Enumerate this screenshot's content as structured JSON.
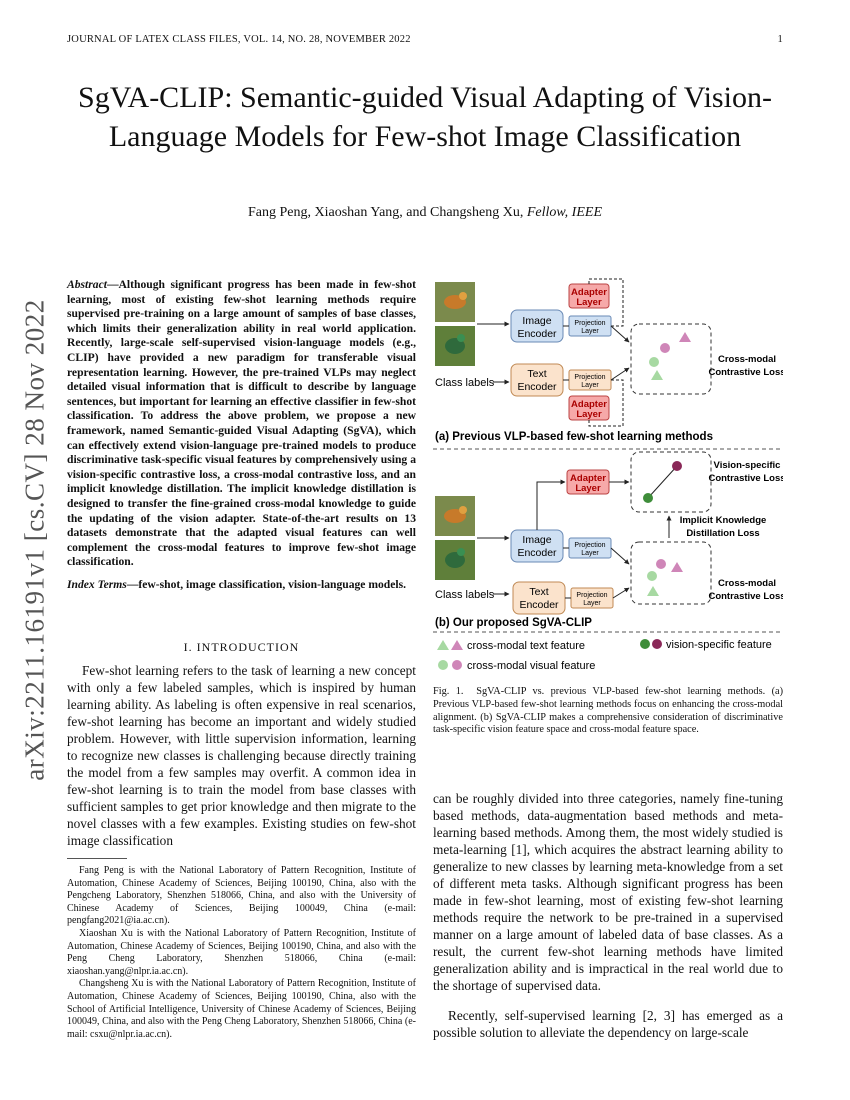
{
  "header": {
    "journal": "JOURNAL OF LATEX CLASS FILES, VOL. 14, NO. 28, NOVEMBER 2022",
    "page": "1"
  },
  "title": "SgVA-CLIP: Semantic-guided Visual Adapting of Vision-Language Models for Few-shot Image Classification",
  "authors": "Fang Peng, Xiaoshan Yang, and Changsheng Xu,",
  "authors_suffix": "Fellow, IEEE",
  "arxiv_stamp": "arXiv:2211.16191v1  [cs.CV]  28 Nov 2022",
  "abstract_label": "Abstract",
  "abstract": "—Although significant progress has been made in few-shot learning, most of existing few-shot learning methods require supervised pre-training on a large amount of samples of base classes, which limits their generalization ability in real world application. Recently, large-scale self-supervised vision-language models (e.g., CLIP) have provided a new paradigm for transferable visual representation learning. However, the pre-trained VLPs may neglect detailed visual information that is difficult to describe by language sentences, but important for learning an effective classifier in few-shot classification. To address the above problem, we propose a new framework, named Semantic-guided Visual Adapting (SgVA), which can effectively extend vision-language pre-trained models to produce discriminative task-specific visual features by comprehensively using a vision-specific contrastive loss, a cross-modal contrastive loss, and an implicit knowledge distillation. The implicit knowledge distillation is designed to transfer the fine-grained cross-modal knowledge to guide the updating of the vision adapter. State-of-the-art results on 13 datasets demonstrate that the adapted visual features can well complement the cross-modal features to improve few-shot image classification.",
  "index_label": "Index Terms",
  "index_terms": "—few-shot, image classification, vision-language models.",
  "section_title": "I. INTRODUCTION",
  "intro_text": "Few-shot learning refers to the task of learning a new concept with only a few labeled samples, which is inspired by human learning ability. As labeling is often expensive in real scenarios, few-shot learning has become an important and widely studied problem. However, with little supervision information, learning to recognize new classes is challenging because directly training the model from a few samples may overfit. A common idea in few-shot learning is to train the model from base classes with sufficient samples to get prior knowledge and then migrate to the novel classes with a few examples. Existing studies on few-shot image classification",
  "footnotes": [
    "Fang Peng is with the National Laboratory of Pattern Recognition, Institute of Automation, Chinese Academy of Sciences, Beijing 100190, China, also with the Pengcheng Laboratory, Shenzhen 518066, China, and also with the University of Chinese Academy of Sciences, Beijing 100049, China (e-mail: pengfang2021@ia.ac.cn).",
    "Xiaoshan Xu is with the National Laboratory of Pattern Recognition, Institute of Automation, Chinese Academy of Sciences, Beijing 100190, China, and also with the Peng Cheng Laboratory, Shenzhen 518066, China (e-mail: xiaoshan.yang@nlpr.ia.ac.cn).",
    "Changsheng Xu is with the National Laboratory of Pattern Recognition, Institute of Automation, Chinese Academy of Sciences, Beijing 100190, China, also with the School of Artificial Intelligence, University of Chinese Academy of Sciences, Beijing 100049, China, and also with the Peng Cheng Laboratory, Shenzhen 518066, China (e-mail: csxu@nlpr.ia.ac.cn)."
  ],
  "figure": {
    "image_encoder": [
      "Image",
      "Encoder"
    ],
    "text_encoder": [
      "Text",
      "Encoder"
    ],
    "adapter": [
      "Adapter",
      "Layer"
    ],
    "projection": [
      "Projection",
      "Layer"
    ],
    "class_labels": "Class labels",
    "cross_modal_loss": [
      "Cross-modal",
      "Contrastive Loss"
    ],
    "vision_loss": [
      "Vision-specific",
      "Contrastive Loss"
    ],
    "distill_loss": [
      "Implicit Knowledge",
      "Distillation Loss"
    ],
    "subtitle_a": "(a) Previous VLP-based few-shot learning methods",
    "subtitle_b": "(b) Our proposed SgVA-CLIP",
    "legend_text": "cross-modal text feature",
    "legend_visual": "cross-modal visual feature",
    "legend_vision": "vision-specific feature",
    "colors": {
      "encoder_img": "#cfe0f3",
      "encoder_txt": "#fbe3cc",
      "adapter": "#f6a9a9",
      "green": "#a7d9a2",
      "pink": "#cf86b8",
      "dark_green": "#3f8d3a",
      "dark_pink": "#8a2858"
    }
  },
  "caption_label": "Fig. 1.",
  "caption": "SgVA-CLIP vs. previous VLP-based few-shot learning methods. (a) Previous VLP-based few-shot learning methods focus on enhancing the cross-modal alignment. (b) SgVA-CLIP makes a comprehensive consideration of discriminative task-specific vision feature space and cross-modal feature space.",
  "right_text_1": "can be roughly divided into three categories, namely fine-tuning based methods, data-augmentation based methods and meta-learning based methods. Among them, the most widely studied is meta-learning [1], which acquires the abstract learning ability to generalize to new classes by learning meta-knowledge from a set of different meta tasks. Although significant progress has been made in few-shot learning, most of existing few-shot learning methods require the network to be pre-trained in a supervised manner on a large amount of labeled data of base classes. As a result, the current few-shot learning methods have limited generalization ability and is impractical in the real world due to the shortage of supervised data.",
  "right_text_2": "Recently, self-supervised learning [2, 3] has emerged as a possible solution to alleviate the dependency on large-scale"
}
